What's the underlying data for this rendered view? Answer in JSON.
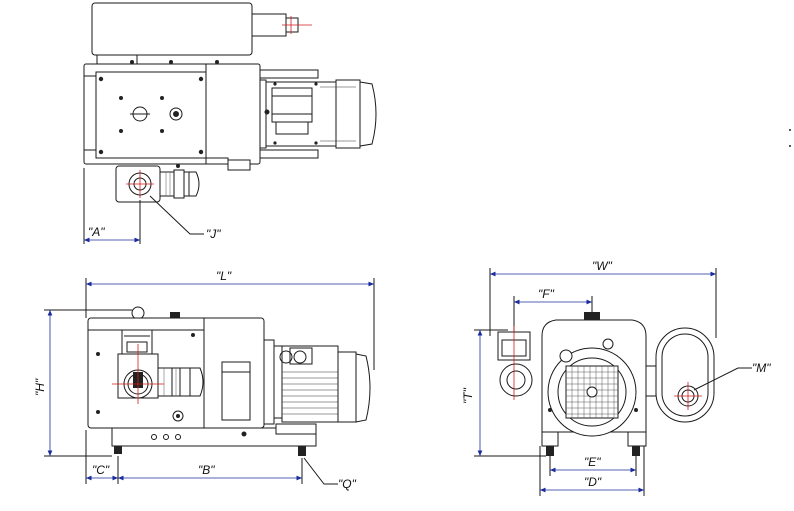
{
  "dimension_labels": {
    "A": "\"A\"",
    "J": "\"J\"",
    "L": "\"L\"",
    "H": "\"H\"",
    "C": "\"C\"",
    "B": "\"B\"",
    "Q": "\"Q\"",
    "W": "\"W\"",
    "F": "\"F\"",
    "T": "\"T\"",
    "M": "\"M\"",
    "E": "\"E\"",
    "D": "\"D\""
  },
  "colors": {
    "line": "#1a1a1a",
    "dimension": "#1a2b9e",
    "centerline": "#d11b1b"
  }
}
